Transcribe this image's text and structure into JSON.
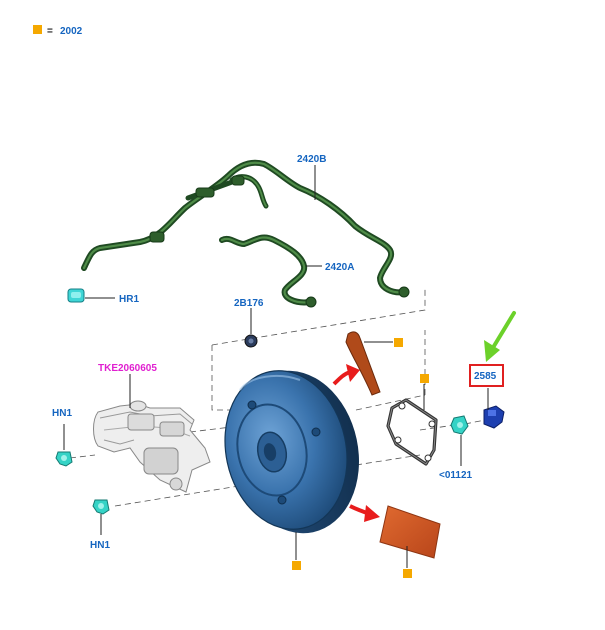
{
  "legend": {
    "equals": "=",
    "code": "2002"
  },
  "labels": {
    "hose_upper": "2420B",
    "hose_lower": "2420A",
    "hose_clip": "HR1",
    "grommet": "2B176",
    "master_cyl": "TKE2060605",
    "nut_top": "HN1",
    "nut_bottom": "HN1",
    "sensor": "2585",
    "nut_right": "<01121"
  },
  "colors": {
    "legend_square": "#f5a800",
    "label_blue": "#1565c0",
    "label_magenta": "#e020d0",
    "highlight_box": "#e02020",
    "arrow_green": "#6cd12a",
    "arrow_red": "#e81c1c",
    "hose_dark": "#1f4a22",
    "hose_mid": "#3e7a3a",
    "booster_blue": "#2f6aa6",
    "gasket_brown": "#a04a1c",
    "nut_cyan": "#27c4b8",
    "sensor_blue": "#1d3fb0"
  }
}
